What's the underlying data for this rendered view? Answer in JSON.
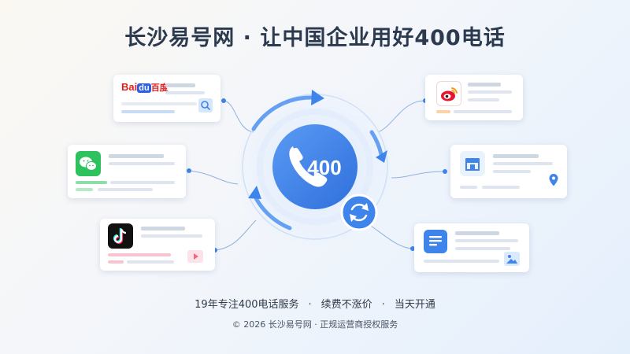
{
  "header": {
    "title": "长沙易号网 · 让中国企业用好400电话"
  },
  "center": {
    "badge_text": "400",
    "phone_icon": "phone-icon",
    "sync_icon": "sync-arrows-icon"
  },
  "cards": {
    "baidu": {
      "logo_bai": "Bai",
      "logo_du": "du",
      "logo_cn": "百度",
      "icon": "search-icon"
    },
    "wechat": {
      "icon": "wechat-icon"
    },
    "douyin": {
      "icon": "douyin-icon",
      "action_icon": "play-icon"
    },
    "weibo": {
      "icon": "weibo-icon"
    },
    "store": {
      "icon": "store-icon",
      "action_icon": "location-pin-icon"
    },
    "article": {
      "icon": "article-icon",
      "action_icon": "image-icon"
    }
  },
  "footer": {
    "tagline_parts": [
      "19年专注400电话服务",
      "续费不涨价",
      "当天开通"
    ],
    "separator": "·",
    "copyright": "© 2026 长沙易号网 · 正规运营商授权服务"
  },
  "colors": {
    "accent_blue": "#3e84ea",
    "wechat_green": "#2ec25f",
    "weibo_red": "#e6162d",
    "baidu_blue": "#2d5fe0"
  }
}
